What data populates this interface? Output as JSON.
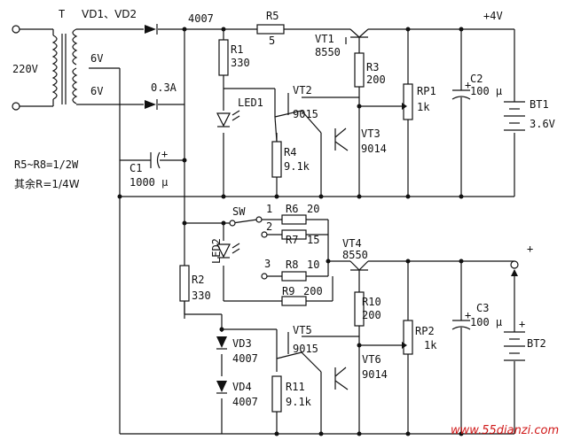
{
  "labels": {
    "transformer": "T",
    "vd12": "VD1、VD2",
    "diode_type": "4007",
    "mains": "220V",
    "tap1": "6V",
    "tap2": "6V",
    "current": "0.3A",
    "r5_name": "R5",
    "r5_val": "5",
    "vout1": "+4V",
    "vt1_name": "VT1",
    "vt1_type": "8550",
    "r1_name": "R1",
    "r1_val": "330",
    "r3_name": "R3",
    "r3_val": "200",
    "rp1_name": "RP1",
    "rp1_val": "1k",
    "c2_name": "C2",
    "c2_val": "100 μ",
    "c2_plus": "+",
    "bt1_name": "BT1",
    "bt1_val": "3.6V",
    "led1": "LED1",
    "vt2_name": "VT2",
    "vt2_type": "9015",
    "vt3_name": "VT3",
    "vt3_type": "9014",
    "r4_name": "R4",
    "r4_val": "9.1k",
    "note1": "R5~R8=1/2W",
    "note2": "其余R=1/4W",
    "c1_name": "C1",
    "c1_val": "1000 μ",
    "c1_plus": "+",
    "sw": "SW",
    "pos1": "1",
    "pos2": "2",
    "pos3": "3",
    "r6": "R6",
    "r6_val": "20",
    "r7": "R7",
    "r7_val": "15",
    "r8": "R8",
    "r8_val": "10",
    "r9": "R9",
    "r9_val": "200",
    "led2": "LED2",
    "vt4_name": "VT4",
    "vt4_type": "8550",
    "out2_plus": "+",
    "r2_name": "R2",
    "r2_val": "330",
    "r10_name": "R10",
    "r10_val": "200",
    "rp2_name": "RP2",
    "rp2_val": "1k",
    "c3_name": "C3",
    "c3_val": "100 μ",
    "c3_plus": "+",
    "bt2_name": "BT2",
    "bt2_plus": "+",
    "vt5_name": "VT5",
    "vt5_type": "9015",
    "vt6_name": "VT6",
    "vt6_type": "9014",
    "vd3_name": "VD3",
    "vd3_type": "4007",
    "vd4_name": "VD4",
    "vd4_type": "4007",
    "r11_name": "R11",
    "r11_val": "9.1k",
    "watermark": "www.55dianzi.com"
  }
}
